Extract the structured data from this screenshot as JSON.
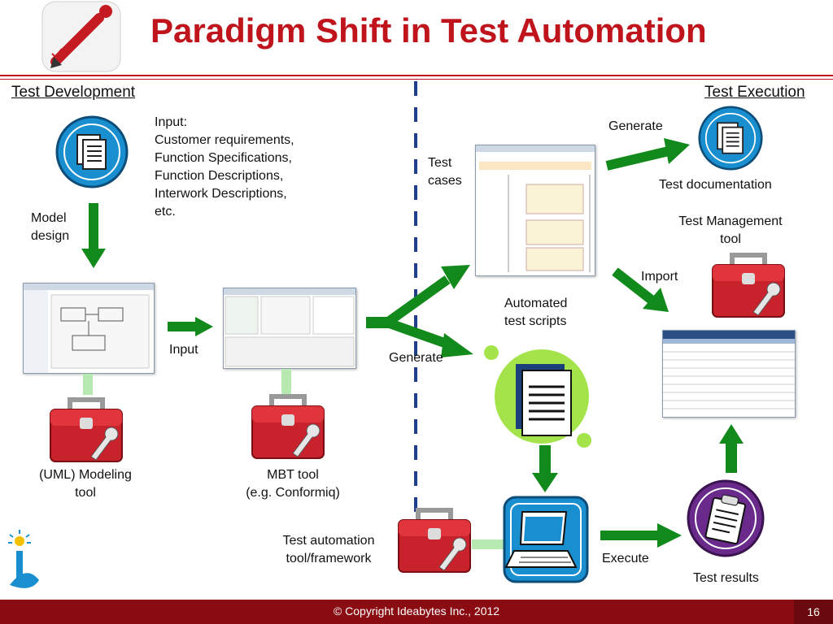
{
  "title": "Paradigm Shift in Test Automation",
  "sections": {
    "left": "Test Development",
    "right": "Test Execution"
  },
  "input_block": {
    "heading": "Input:",
    "items": [
      "Customer requirements,",
      "Function Specifications,",
      "Function Descriptions,",
      "Interwork Descriptions,",
      "etc."
    ]
  },
  "labels": {
    "model_design_1": "Model",
    "model_design_2": "design",
    "input": "Input",
    "uml_tool_1": "(UML) Modeling",
    "uml_tool_2": "tool",
    "mbt_tool_1": "MBT tool",
    "mbt_tool_2": "(e.g. Conformiq)",
    "test_cases_1": "Test",
    "test_cases_2": "cases",
    "generate_mid": "Generate",
    "generate_top": "Generate",
    "test_documentation": "Test documentation",
    "tm_tool_1": "Test Management",
    "tm_tool_2": "tool",
    "import": "Import",
    "automated_1": "Automated",
    "automated_2": "test scripts",
    "ta_tool_1": "Test automation",
    "ta_tool_2": "tool/framework",
    "execute": "Execute",
    "test_results": "Test results"
  },
  "footer": {
    "copyright_pre": "© Copyright",
    "brand": "Ideabytes",
    "copyright_post": "Inc., 2012",
    "page_number": "16"
  },
  "colors": {
    "title": "#c0141c",
    "arrow": "#118a1b",
    "footer": "#8a0c12",
    "toolbox": "#c8232c",
    "dashed_line": "#1f3f8a"
  }
}
